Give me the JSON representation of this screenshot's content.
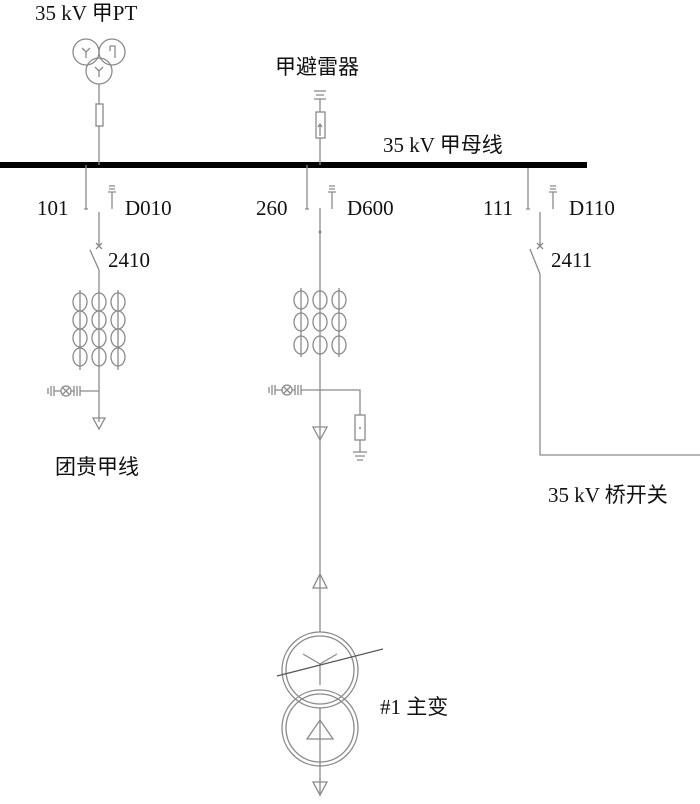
{
  "labels": {
    "pt": "35 kV 甲PT",
    "arrester": "甲避雷器",
    "bus": "35 kV 甲母线",
    "feeder1_breaker": "101",
    "feeder1_ground": "D010",
    "feeder1_switch": "2410",
    "feeder1_name": "团贵甲线",
    "feeder2_breaker": "260",
    "feeder2_ground": "D600",
    "feeder2_transformer": "#1 主变",
    "feeder3_breaker": "111",
    "feeder3_ground": "D110",
    "feeder3_switch": "2411",
    "feeder3_name": "35 kV 桥开关"
  },
  "colors": {
    "bus": "#000000",
    "line": "#8a8a8a",
    "text": "#111111"
  }
}
